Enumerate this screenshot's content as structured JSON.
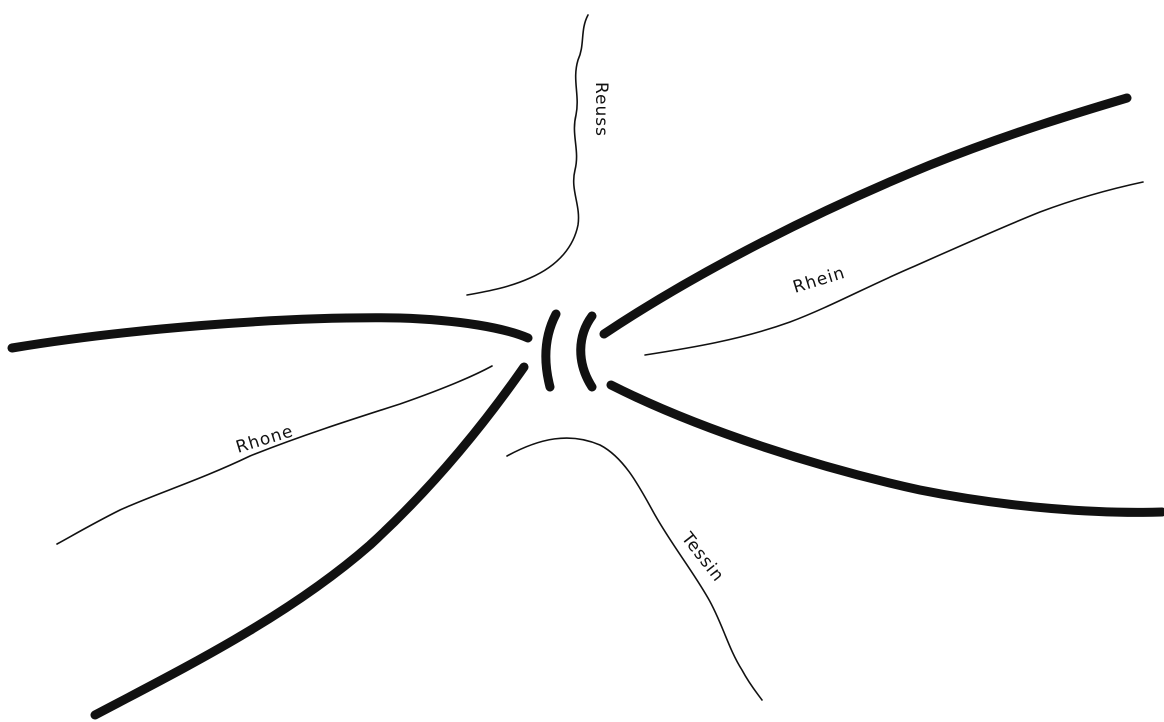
{
  "map": {
    "ink_color": "#111111",
    "background_color": "#ffffff",
    "rivers": {
      "reuss": "Reuss",
      "rhein": "Rhein",
      "rhone": "Rhone",
      "tessin": "Tessin"
    }
  }
}
